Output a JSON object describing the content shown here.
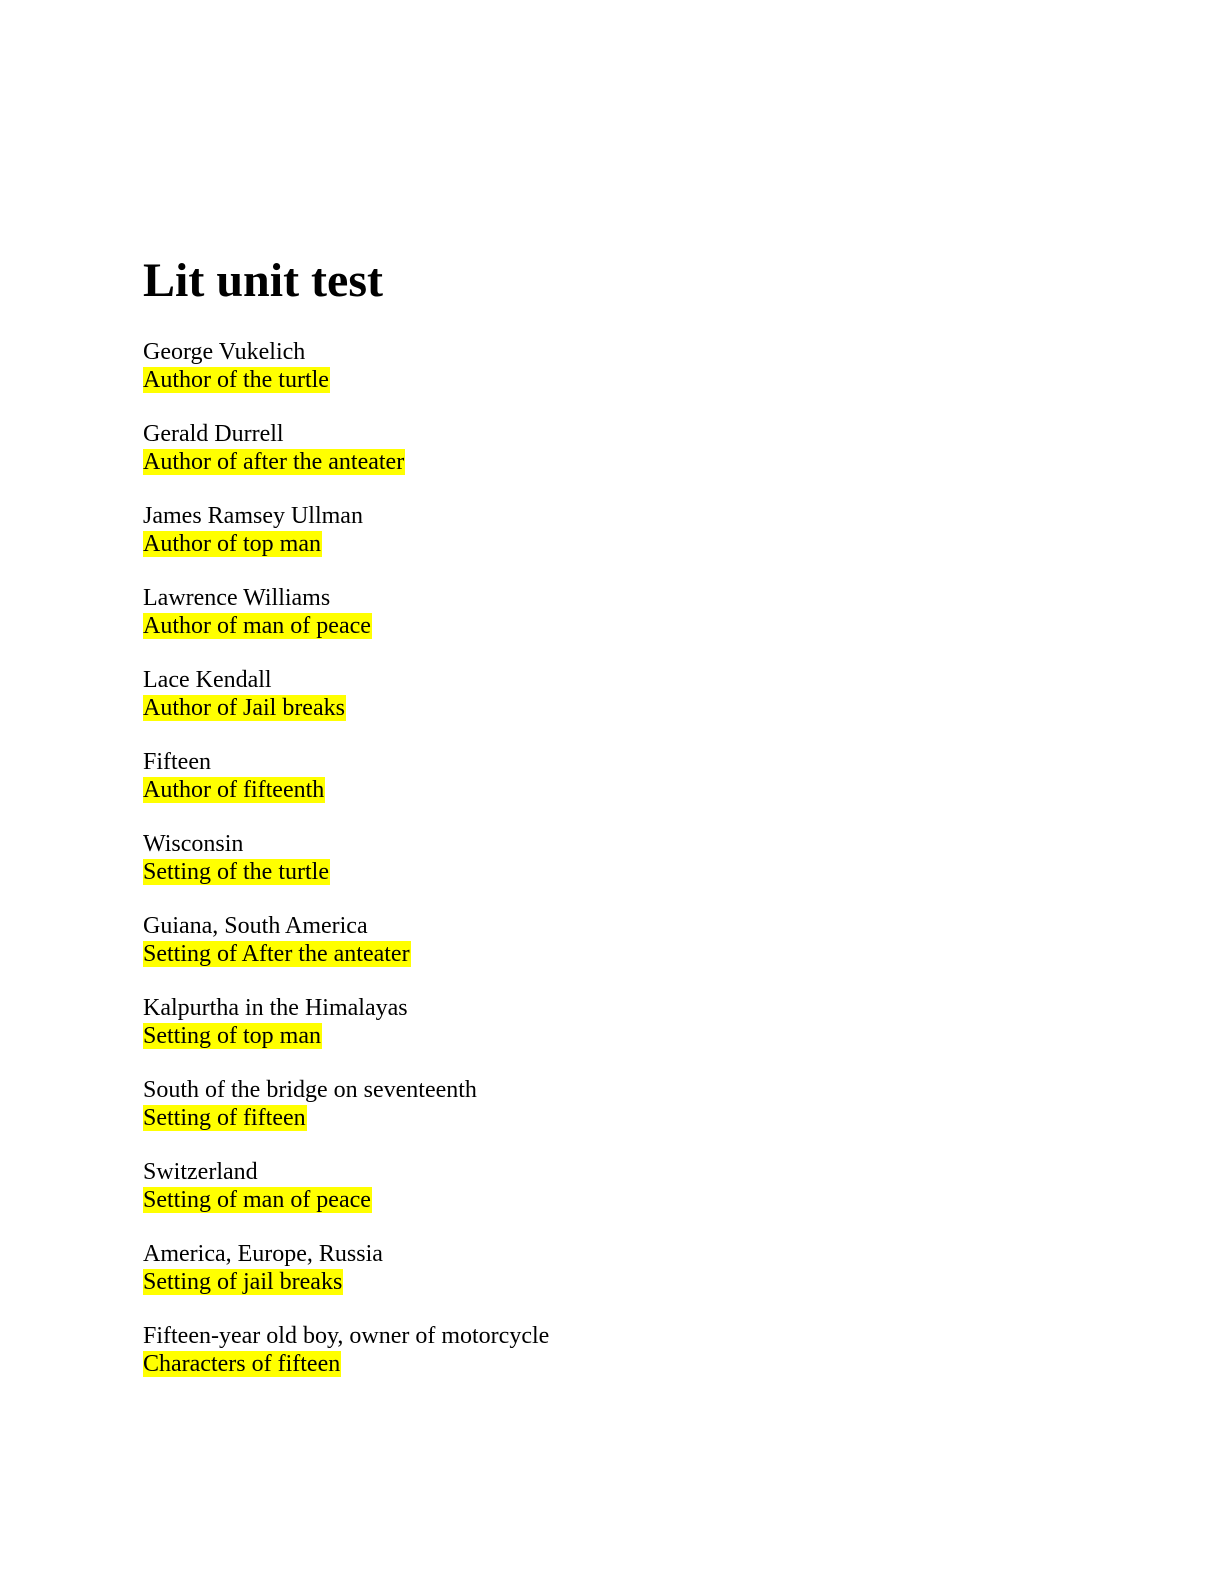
{
  "document": {
    "title": "Lit unit test",
    "highlight_color": "#ffff00",
    "entries": [
      {
        "term": "George Vukelich",
        "answer": "Author of the turtle"
      },
      {
        "term": "Gerald Durrell",
        "answer": "Author of after the anteater"
      },
      {
        "term": "James Ramsey Ullman",
        "answer": "Author of top man"
      },
      {
        "term": "Lawrence Williams",
        "answer": "Author of man of peace"
      },
      {
        "term": "Lace Kendall",
        "answer": "Author of Jail breaks"
      },
      {
        "term": "Fifteen",
        "answer": "Author of fifteenth"
      },
      {
        "term": "Wisconsin",
        "answer": "Setting of the turtle"
      },
      {
        "term": "Guiana, South America",
        "answer": "Setting of After the anteater"
      },
      {
        "term": "Kalpurtha in the Himalayas",
        "answer": "Setting of top man"
      },
      {
        "term": "South of the bridge on seventeenth",
        "answer": "Setting of fifteen"
      },
      {
        "term": "Switzerland",
        "answer": "Setting of man of peace"
      },
      {
        "term": "America, Europe, Russia",
        "answer": "Setting of jail breaks"
      },
      {
        "term": "Fifteen-year old boy, owner of motorcycle",
        "answer": "Characters of fifteen"
      }
    ]
  }
}
